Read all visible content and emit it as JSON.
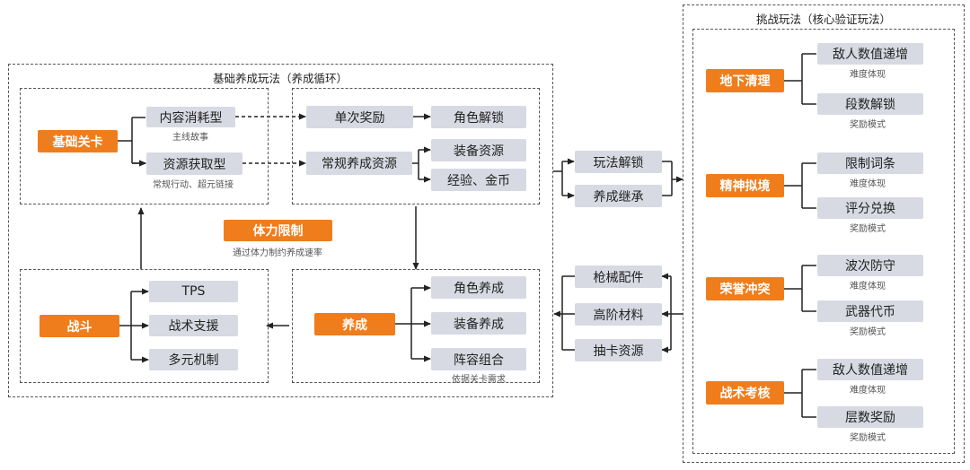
{
  "basic": {
    "title": "基础养成玩法（养成循环）",
    "level": "基础关卡",
    "consume": "内容消耗型",
    "consume_note": "主线故事",
    "acquire": "资源获取型",
    "acquire_note": "常规行动、超元链接",
    "single_reward": "单次奖励",
    "role_unlock": "角色解锁",
    "regular_res": "常规养成资源",
    "equip_res": "装备资源",
    "exp_gold": "经验、金币",
    "stamina": "体力限制",
    "stamina_note": "通过体力制约养成速率",
    "battle": "战斗",
    "tps": "TPS",
    "tactic_support": "战术支援",
    "multi_mech": "多元机制",
    "nurture": "养成",
    "role_nurture": "角色养成",
    "equip_nurture": "装备养成",
    "lineup": "阵容组合",
    "lineup_note": "依据关卡需求"
  },
  "middle": {
    "play_unlock": "玩法解锁",
    "inherit": "养成继承",
    "gun_parts": "枪械配件",
    "adv_material": "高阶材料",
    "gacha_res": "抽卡资源"
  },
  "challenge": {
    "title": "挑战玩法（核心验证玩法）",
    "modes": [
      {
        "name": "地下清理",
        "a": "敌人数值递增",
        "a_note": "难度体现",
        "b": "段数解锁",
        "b_note": "奖励模式"
      },
      {
        "name": "精神拟境",
        "a": "限制词条",
        "a_note": "难度体现",
        "b": "评分兑换",
        "b_note": "奖励模式"
      },
      {
        "name": "荣誉冲突",
        "a": "波次防守",
        "a_note": "难度体现",
        "b": "武器代币",
        "b_note": "奖励模式"
      },
      {
        "name": "战术考核",
        "a": "敌人数值递增",
        "a_note": "难度体现",
        "b": "层数奖励",
        "b_note": "奖励模式"
      }
    ]
  },
  "colors": {
    "accent": "#ef7d1c",
    "node": "#d7dae2",
    "line": "#222222"
  }
}
